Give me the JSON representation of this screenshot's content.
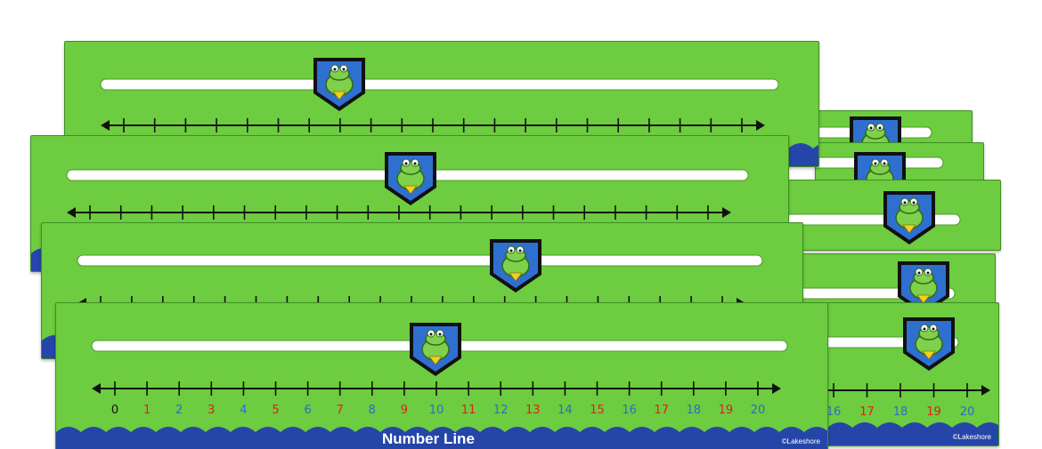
{
  "product": {
    "title": "Number Line",
    "brand": "©Lakeshore",
    "numbers": [
      "0",
      "1",
      "2",
      "3",
      "4",
      "5",
      "6",
      "7",
      "8",
      "9",
      "10",
      "11",
      "12",
      "13",
      "14",
      "15",
      "16",
      "17",
      "18",
      "19",
      "20"
    ]
  },
  "colors": {
    "board_green": "#6dcc3f",
    "band_blue": "#2546a8",
    "odd_number": "#e01e1e",
    "even_number": "#2c6cc8",
    "zero_number": "#111111",
    "frog_badge": "#2f6fd0",
    "frog_green": "#7fd04a",
    "arrow_yellow": "#f2d21a"
  }
}
